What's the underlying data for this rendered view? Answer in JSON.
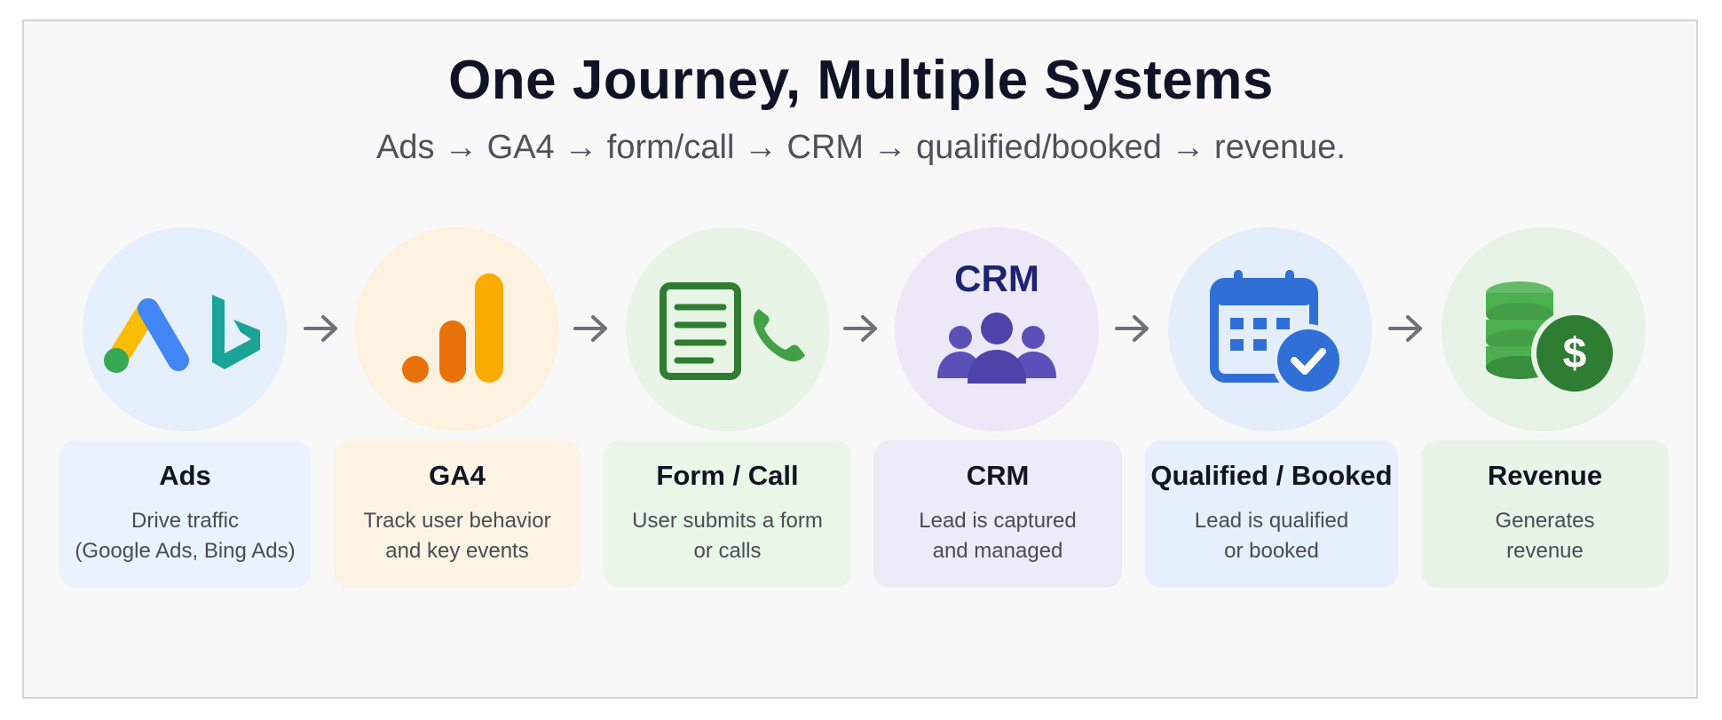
{
  "header": {
    "title": "One Journey, Multiple Systems",
    "subtitle": "Ads → GA4 → form/call → CRM → qualified/booked → revenue."
  },
  "colors": {
    "ads_bg": "#e6f0fc",
    "ga4_bg": "#fdf1e0",
    "form_bg": "#e8f5e6",
    "crm_bg": "#ece8f8",
    "booked_bg": "#e4eefb",
    "revenue_bg": "#e6f3e6",
    "arrow": "#6f7177",
    "google_blue": "#4285f4",
    "google_yellow": "#fbbc04",
    "google_green": "#34a853",
    "bing_teal": "#1aa397",
    "ga_orange": "#e8710a",
    "ga_yellow": "#f9ab00",
    "form_green": "#2e7d32",
    "crm_purple": "#4e43a8",
    "calendar_blue": "#2f6fd6",
    "revenue_green": "#43a047"
  },
  "steps": [
    {
      "title": "Ads",
      "desc_lines": [
        "Drive traffic",
        "(Google Ads, Bing Ads)"
      ],
      "icon": "google-ads-bing-icon"
    },
    {
      "title": "GA4",
      "desc_lines": [
        "Track user behavior",
        "and key events"
      ],
      "icon": "analytics-bars-icon"
    },
    {
      "title": "Form / Call",
      "desc_lines": [
        "User submits a form",
        "or calls"
      ],
      "icon": "form-phone-icon"
    },
    {
      "title": "CRM",
      "desc_lines": [
        "Lead is captured",
        "and managed"
      ],
      "icon": "crm-people-icon",
      "icon_label": "CRM"
    },
    {
      "title": "Qualified / Booked",
      "desc_lines": [
        "Lead is qualified",
        "or booked"
      ],
      "icon": "calendar-check-icon"
    },
    {
      "title": "Revenue",
      "desc_lines": [
        "Generates",
        "revenue"
      ],
      "icon": "money-coins-icon"
    }
  ]
}
